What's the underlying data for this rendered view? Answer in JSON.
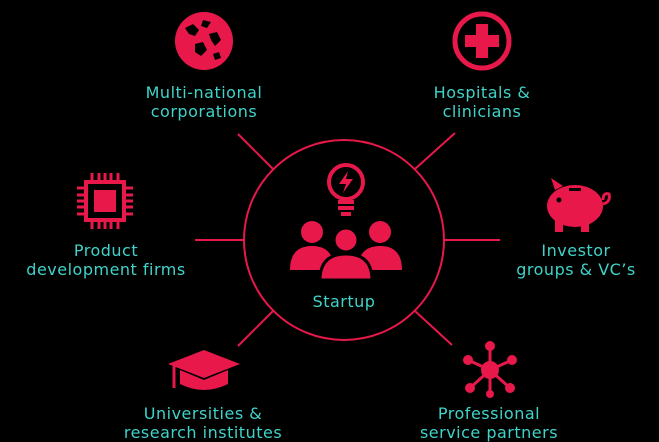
{
  "center": {
    "label": "Startup",
    "icons": [
      "lightbulb-bolt-icon",
      "people-group-icon"
    ]
  },
  "nodes": [
    {
      "id": "multinational",
      "label": "Multi-national\ncorporations",
      "icon": "globe-icon"
    },
    {
      "id": "hospitals",
      "label": "Hospitals &\nclinicians",
      "icon": "medical-cross-icon"
    },
    {
      "id": "product-dev",
      "label": "Product\ndevelopment firms",
      "icon": "microchip-icon"
    },
    {
      "id": "investors",
      "label": "Investor\ngroups & VC’s",
      "icon": "piggy-bank-icon"
    },
    {
      "id": "universities",
      "label": "Universities &\nresearch institutes",
      "icon": "graduation-cap-icon"
    },
    {
      "id": "professional",
      "label": "Professional\nservice partners",
      "icon": "network-hub-icon"
    }
  ],
  "colors": {
    "accent": "#e8184b",
    "label": "#40d3c9",
    "background": "#000000"
  }
}
